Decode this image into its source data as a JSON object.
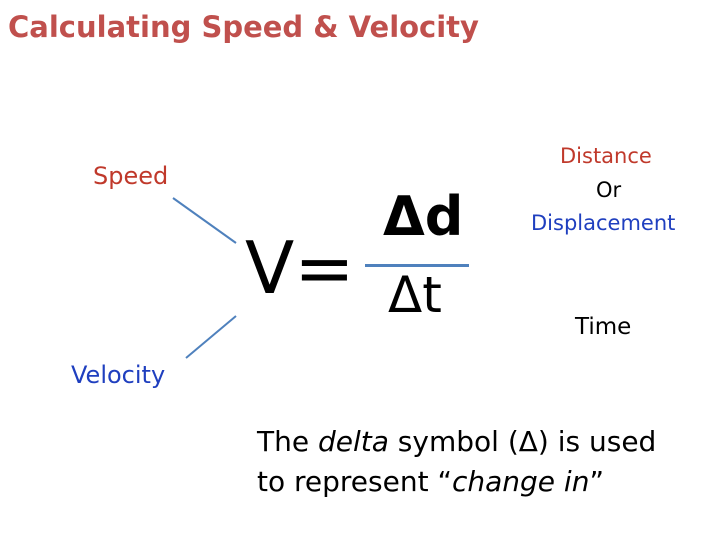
{
  "title": "Calculating Speed & Velocity",
  "labels": {
    "speed": "Speed",
    "velocity": "Velocity",
    "distance": "Distance",
    "or": "Or",
    "displacement": "Displacement",
    "time": "Time"
  },
  "formula": {
    "lhs": "V=",
    "numerator": "Δd",
    "denominator": "Δt"
  },
  "note": {
    "line1_a": "The ",
    "line1_em": "delta",
    "line1_b": " symbol (Δ) is used",
    "line2_a": "to represent “",
    "line2_em": "change in",
    "line2_b": "”"
  },
  "colors": {
    "title": "#c0504d",
    "speed": "#c0392b",
    "velocity": "#1f3fbf",
    "connector": "#4f81bd"
  }
}
